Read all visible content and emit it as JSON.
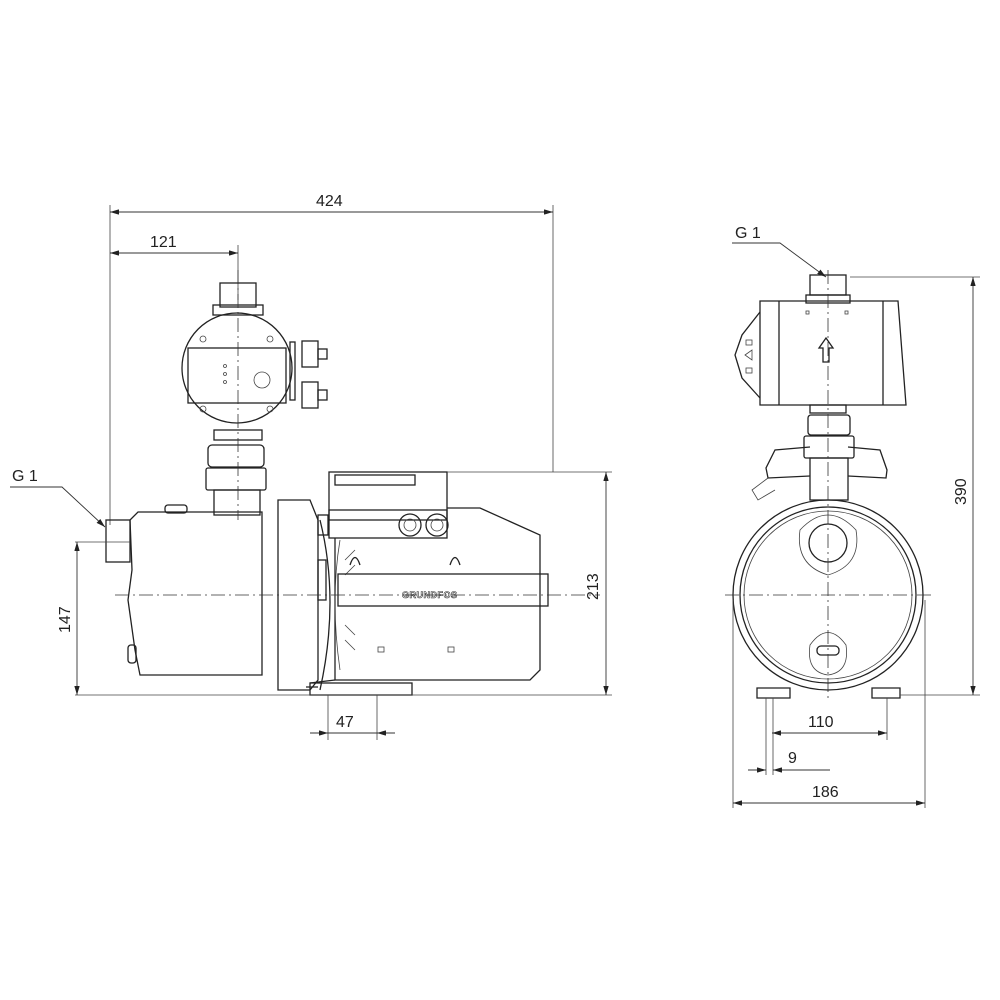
{
  "drawing": {
    "side_view": {
      "overall_length": "424",
      "outlet_offset": "121",
      "inlet_thread": "G 1",
      "inlet_height": "147",
      "motor_height": "213",
      "foot_width": "47",
      "logo": "GRUNDFOS"
    },
    "front_view": {
      "outlet_thread": "G 1",
      "overall_height": "390",
      "foot_spacing": "110",
      "hole_diameter": "9",
      "overall_width": "186"
    },
    "line_color": "#222222"
  }
}
